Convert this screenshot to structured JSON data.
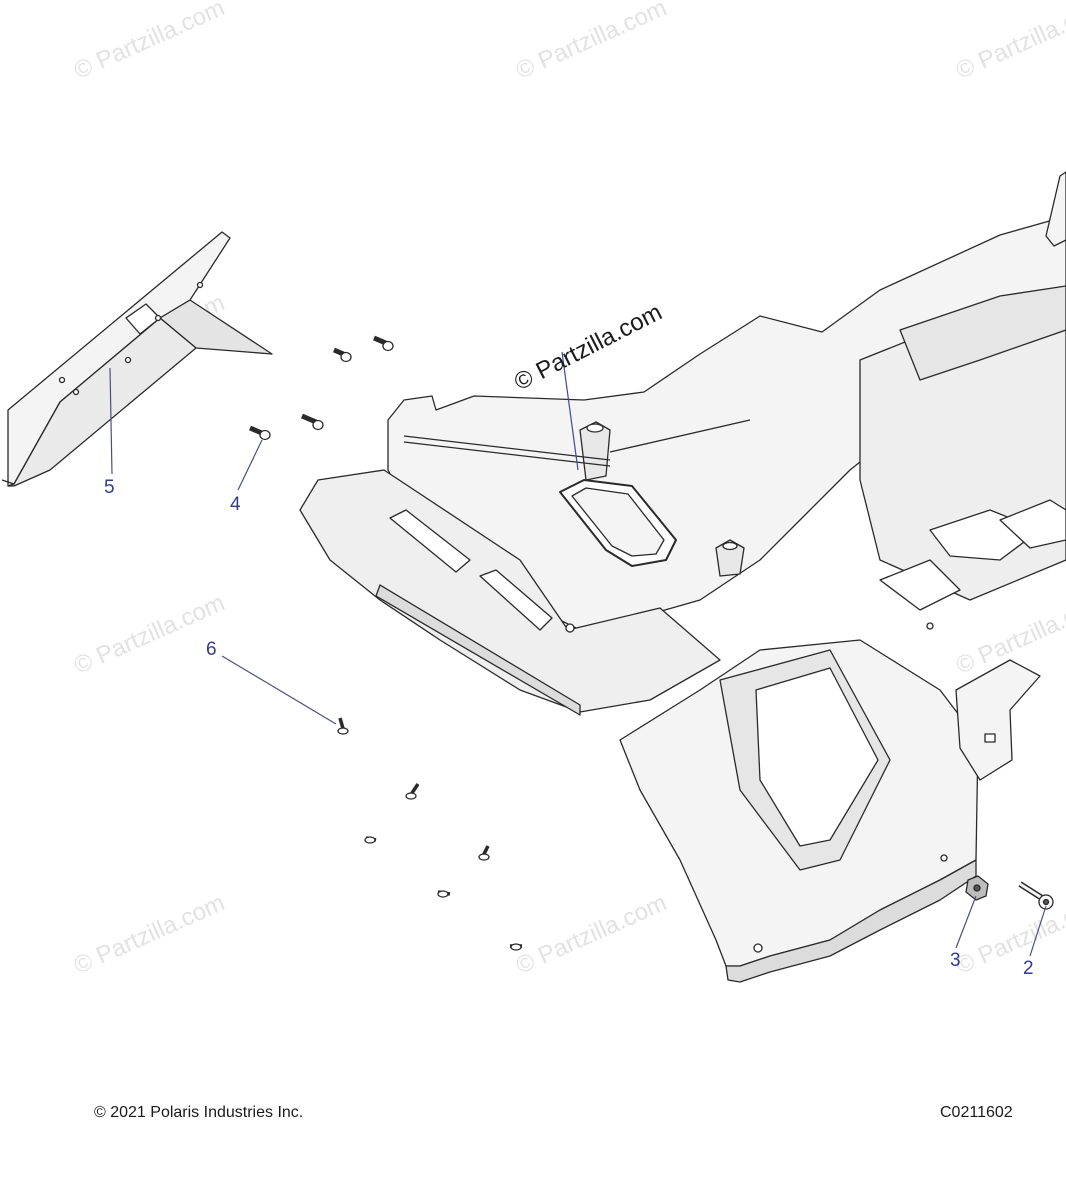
{
  "watermark": {
    "text": "© Partzilla.com"
  },
  "callouts": {
    "c2": "2",
    "c3": "3",
    "c4": "4",
    "c5": "5",
    "c6": "6"
  },
  "footer": {
    "copyright": "© 2021 Polaris Industries Inc.",
    "diagram_code": "C0211602"
  },
  "colors": {
    "line": "#2a2a2a",
    "fill": "#f4f4f4",
    "shade": "#dcdcdc",
    "callout": "#2e3d8c",
    "watermark": "#e2e2e2"
  }
}
